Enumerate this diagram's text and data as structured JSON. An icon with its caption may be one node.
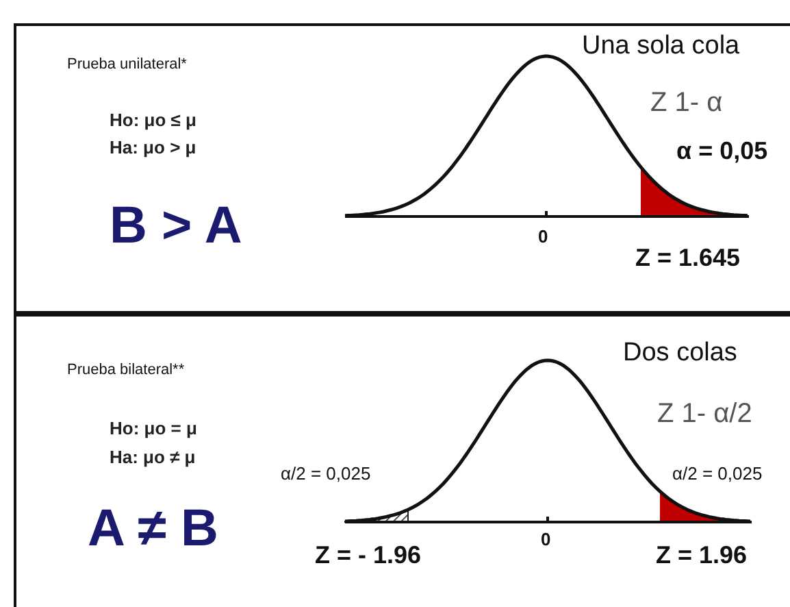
{
  "diagram": {
    "nodes": [
      {
        "text": [
          "Prueba unilateral*",
          "Ho: μo ≤ μ",
          "Ha: μo > μ",
          "B > A",
          "Una sola cola",
          "Z 1- α",
          "α = 0,05",
          "0",
          "Z = 1.645"
        ]
      },
      {
        "text": [
          "Prueba bilateral**",
          "Ho: μo = μ",
          "Ha: μo ≠ μ",
          "A ≠ B",
          "Dos colas",
          "Z 1- α/2",
          "α/2 = 0,025",
          "α/2 = 0,025",
          "0",
          "Z = - 1.96",
          "Z = 1.96"
        ]
      }
    ],
    "edges": []
  }
}
